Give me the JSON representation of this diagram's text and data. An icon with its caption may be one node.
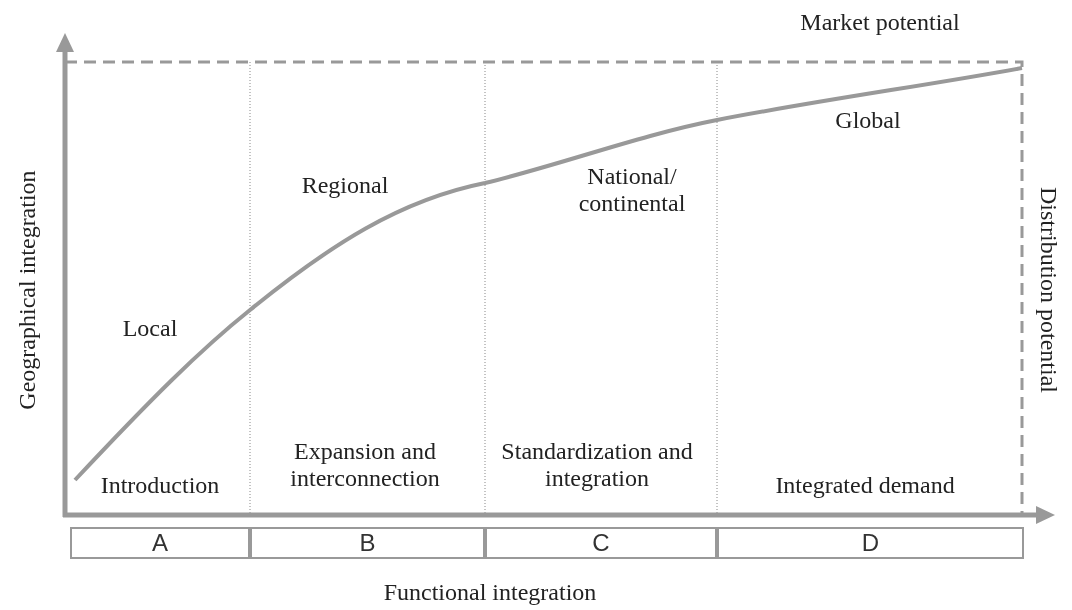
{
  "diagram": {
    "nodes": [
      {
        "text": [
          "A"
        ]
      },
      {
        "text": [
          "B"
        ]
      },
      {
        "text": [
          "C"
        ]
      },
      {
        "text": [
          "D"
        ]
      }
    ],
    "labels": [
      "Market potential",
      "Global",
      "Geographical integration",
      "Distribution potential",
      "Regional",
      "National/ continental",
      "Local",
      "Expansion and interconnection",
      "Standardization and integration",
      "Introduction",
      "Integrated demand",
      "Functional integration"
    ]
  }
}
